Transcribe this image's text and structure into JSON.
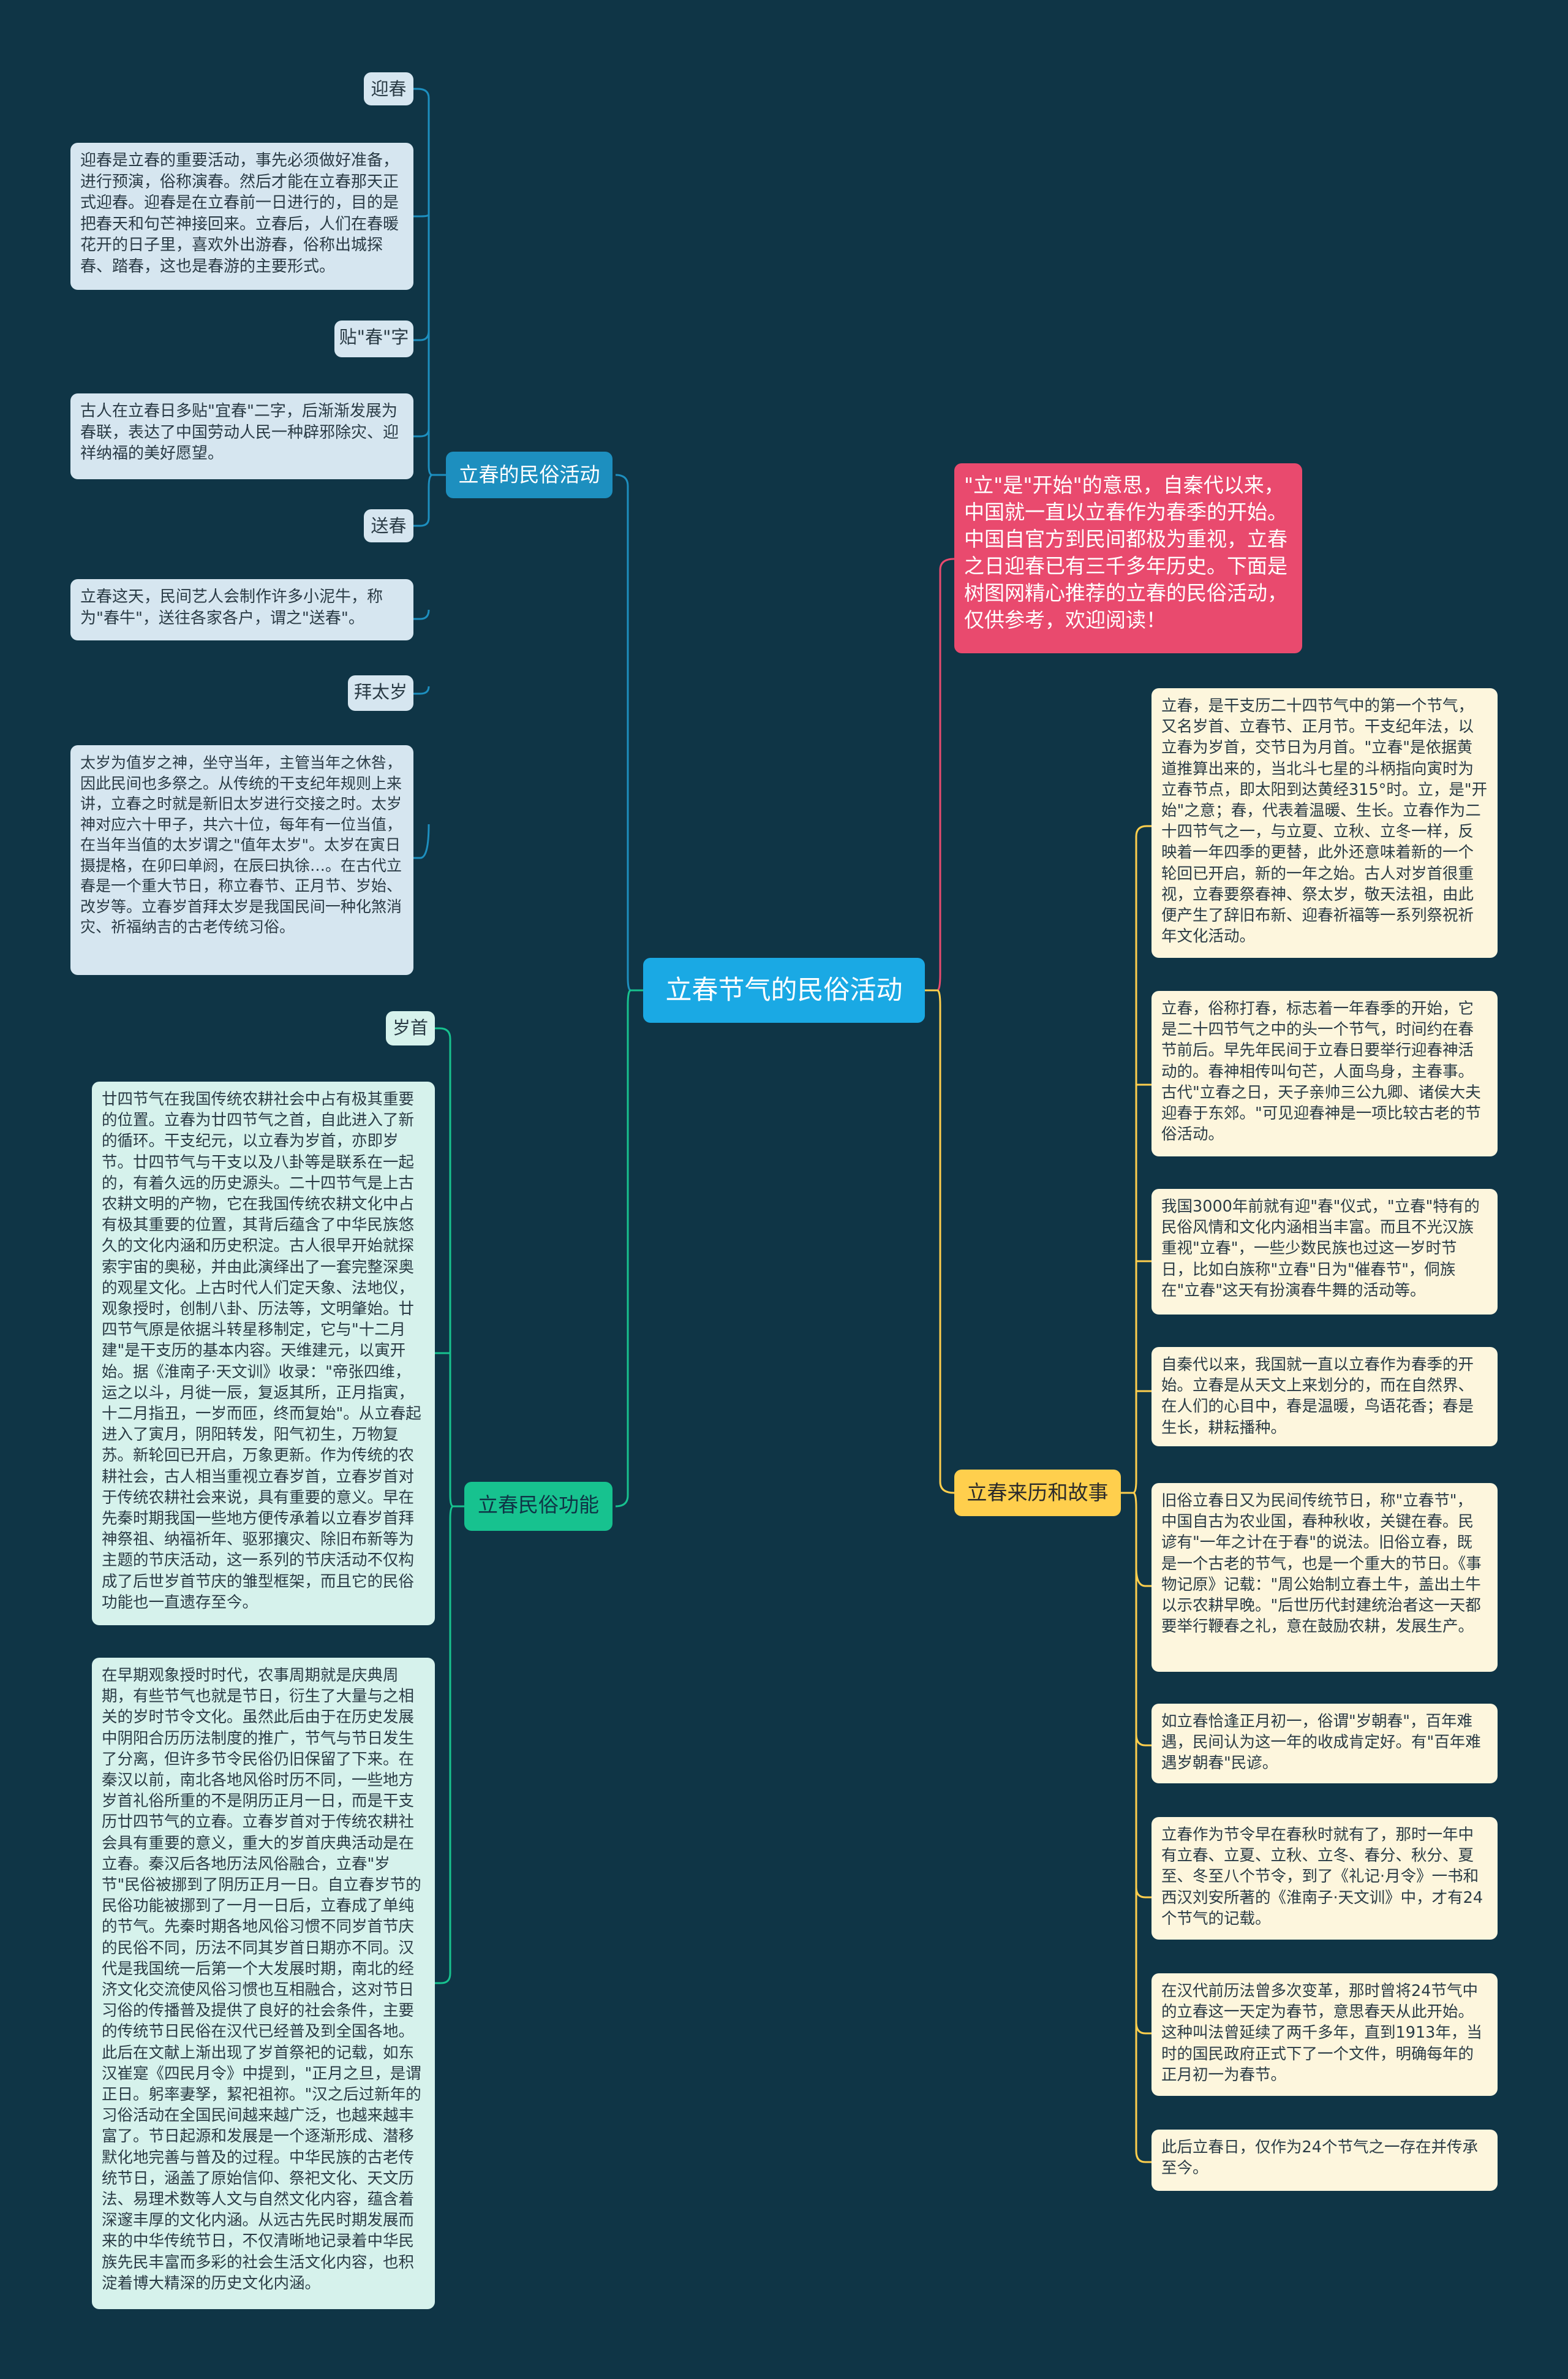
{
  "center": {
    "label": "立春节气的民俗活动"
  },
  "intro": {
    "text": "\"立\"是\"开始\"的意思，自秦代以来，中国就一直以立春作为春季的开始。中国自官方到民间都极为重视，立春之日迎春已有三千多年历史。下面是树图网精心推荐的立春的民俗活动，仅供参考，欢迎阅读！"
  },
  "colors": {
    "background": "#0f3546",
    "center": "#1aa9e4",
    "blue": "#1d8fbf",
    "green": "#17c28f",
    "yellow": "#ffcf4d",
    "intro": "#e94a6e"
  },
  "branches": {
    "customs": {
      "label": "立春的民俗活动",
      "items": [
        {
          "tag": "迎春",
          "text": "迎春是立春的重要活动，事先必须做好准备，进行预演，俗称演春。然后才能在立春那天正式迎春。迎春是在立春前一日进行的，目的是把春天和句芒神接回来。立春后，人们在春暖花开的日子里，喜欢外出游春，俗称出城探春、踏春，这也是春游的主要形式。"
        },
        {
          "tag": "贴\"春\"字",
          "text": "古人在立春日多贴\"宜春\"二字，后渐渐发展为春联，表达了中国劳动人民一种辟邪除灾、迎祥纳福的美好愿望。"
        },
        {
          "tag": "送春",
          "text": "立春这天，民间艺人会制作许多小泥牛，称为\"春牛\"，送往各家各户，谓之\"送春\"。"
        },
        {
          "tag": "拜太岁",
          "text": "太岁为值岁之神，坐守当年，主管当年之休咎，因此民间也多祭之。从传统的干支纪年规则上来讲，立春之时就是新旧太岁进行交接之时。太岁神对应六十甲子，共六十位，每年有一位当值，在当年当值的太岁谓之\"值年太岁\"。太岁在寅日摄提格，在卯曰单阏，在辰曰执徐…。在古代立春是一个重大节日，称立春节、正月节、岁始、改岁等。立春岁首拜太岁是我国民间一种化煞消灾、祈福纳吉的古老传统习俗。"
        }
      ]
    },
    "functions": {
      "label": "立春民俗功能",
      "tag": "岁首",
      "texts": [
        "廿四节气在我国传统农耕社会中占有极其重要的位置。立春为廿四节气之首，自此进入了新的循环。干支纪元，以立春为岁首，亦即岁节。廿四节气与干支以及八卦等是联系在一起的，有着久远的历史源头。二十四节气是上古农耕文明的产物，它在我国传统农耕文化中占有极其重要的位置，其背后蕴含了中华民族悠久的文化内涵和历史积淀。古人很早开始就探索宇宙的奥秘，并由此演绎出了一套完整深奥的观星文化。上古时代人们定天象、法地仪，观象授时，创制八卦、历法等，文明肇始。廿四节气原是依据斗转星移制定，它与\"十二月建\"是干支历的基本内容。天维建元，以寅开始。据《淮南子·天文训》收录：\"帝张四维，运之以斗，月徙一辰，复返其所，正月指寅，十二月指丑，一岁而匝，终而复始\"。从立春起进入了寅月，阴阳转发，阳气初生，万物复苏。新轮回已开启，万象更新。作为传统的农耕社会，古人相当重视立春岁首，立春岁首对于传统农耕社会来说，具有重要的意义。早在先秦时期我国一些地方便传承着以立春岁首拜神祭祖、纳福祈年、驱邪攘灾、除旧布新等为主题的节庆活动，这一系列的节庆活动不仅构成了后世岁首节庆的雏型框架，而且它的民俗功能也一直遗存至今。",
        "在早期观象授时时代，农事周期就是庆典周期，有些节气也就是节日，衍生了大量与之相关的岁时节令文化。虽然此后由于在历史发展中阴阳合历历法制度的推广，节气与节日发生了分离，但许多节令民俗仍旧保留了下来。在秦汉以前，南北各地风俗时历不同，一些地方岁首礼俗所重的不是阴历正月一日，而是干支历廿四节气的立春。立春岁首对于传统农耕社会具有重要的意义，重大的岁首庆典活动是在立春。秦汉后各地历法风俗融合，立春\"岁节\"民俗被挪到了阴历正月一日。自立春岁节的民俗功能被挪到了一月一日后，立春成了单纯的节气。先秦时期各地风俗习惯不同岁首节庆的民俗不同，历法不同其岁首日期亦不同。汉代是我国统一后第一个大发展时期，南北的经济文化交流使风俗习惯也互相融合，这对节日习俗的传播普及提供了良好的社会条件，主要的传统节日民俗在汉代已经普及到全国各地。此后在文献上渐出现了岁首祭祀的记载，如东汉崔寔《四民月令》中提到，\"正月之旦，是谓正日。躬率妻孥，絜祀祖祢。\"汉之后过新年的习俗活动在全国民间越来越广泛，也越来越丰富了。节日起源和发展是一个逐渐形成、潜移默化地完善与普及的过程。中华民族的古老传统节日，涵盖了原始信仰、祭祀文化、天文历法、易理术数等人文与自然文化内容，蕴含着深邃丰厚的文化内涵。从远古先民时期发展而来的中华传统节日，不仅清晰地记录着中华民族先民丰富而多彩的社会生活文化内容，也积淀着博大精深的历史文化内涵。"
      ]
    },
    "history": {
      "label": "立春来历和故事",
      "texts": [
        "立春，是干支历二十四节气中的第一个节气，又名岁首、立春节、正月节。干支纪年法，以立春为岁首，交节日为月首。\"立春\"是依据黄道推算出来的，当北斗七星的斗柄指向寅时为立春节点，即太阳到达黄经315°时。立，是\"开始\"之意；春，代表着温暖、生长。立春作为二十四节气之一，与立夏、立秋、立冬一样，反映着一年四季的更替，此外还意味着新的一个轮回已开启，新的一年之始。古人对岁首很重视，立春要祭春神、祭太岁，敬天法祖，由此便产生了辞旧布新、迎春祈福等一系列祭祝祈年文化活动。",
        "立春，俗称打春，标志着一年春季的开始，它是二十四节气之中的头一个节气，时间约在春节前后。早先年民间于立春日要举行迎春神活动的。春神相传叫句芒，人面鸟身，主春事。古代\"立春之日，天子亲帅三公九卿、诸侯大夫迎春于东郊。\"可见迎春神是一项比较古老的节俗活动。",
        "我国3000年前就有迎\"春\"仪式，\"立春\"特有的民俗风情和文化内涵相当丰富。而且不光汉族重视\"立春\"，一些少数民族也过这一岁时节日，比如白族称\"立春\"日为\"催春节\"，侗族在\"立春\"这天有扮演春牛舞的活动等。",
        "自秦代以来，我国就一直以立春作为春季的开始。立春是从天文上来划分的，而在自然界、在人们的心目中，春是温暖，鸟语花香；春是生长，耕耘播种。",
        "旧俗立春日又为民间传统节日，称\"立春节\"，中国自古为农业国，春种秋收，关键在春。民谚有\"一年之计在于春\"的说法。旧俗立春，既是一个古老的节气，也是一个重大的节日。《事物记原》记载：\"周公始制立春土牛，盖出土牛以示农耕早晚。\"后世历代封建统治者这一天都要举行鞭春之礼，意在鼓励农耕，发展生产。",
        "如立春恰逢正月初一，俗谓\"岁朝春\"，百年难遇，民间认为这一年的收成肯定好。有\"百年难遇岁朝春\"民谚。",
        "立春作为节令早在春秋时就有了，那时一年中有立春、立夏、立秋、立冬、春分、秋分、夏至、冬至八个节令，到了《礼记·月令》一书和西汉刘安所著的《淮南子·天文训》中，才有24个节气的记载。",
        "在汉代前历法曾多次变革，那时曾将24节气中的立春这一天定为春节，意思春天从此开始。这种叫法曾延续了两千多年，直到1913年，当时的国民政府正式下了一个文件，明确每年的正月初一为春节。",
        "此后立春日，仅作为24个节气之一存在并传承至今。"
      ]
    }
  }
}
